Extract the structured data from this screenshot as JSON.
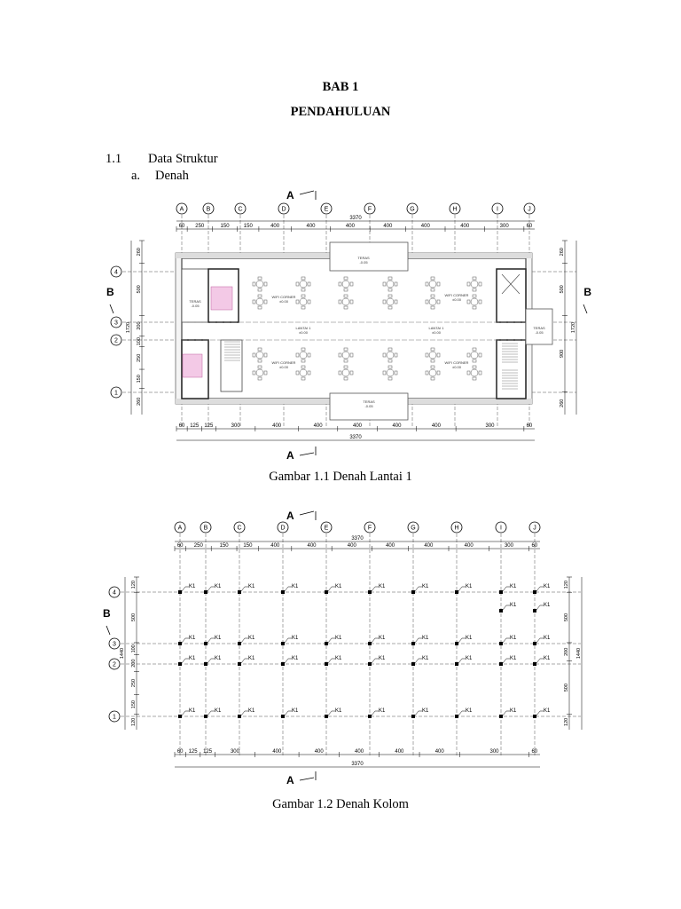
{
  "chapter": "BAB 1",
  "chapter_title": "PENDAHULUAN",
  "section": {
    "number": "1.1",
    "title": "Data Struktur"
  },
  "subsection": {
    "letter": "a.",
    "title": "Denah"
  },
  "plan_common": {
    "grid_cols": [
      "A",
      "B",
      "C",
      "D",
      "E",
      "F",
      "G",
      "H",
      "I",
      "J"
    ],
    "grid_rows": [
      "4",
      "3",
      "2",
      "1"
    ],
    "total_width": "3370",
    "top_dims": [
      "60",
      "250",
      "150",
      "150",
      "400",
      "400",
      "400",
      "400",
      "400",
      "400",
      "300",
      "60"
    ],
    "bottom_dims": [
      "60",
      "125",
      "125",
      "300",
      "400",
      "400",
      "400",
      "400",
      "400",
      "300",
      "60"
    ],
    "section_a": "A",
    "section_b": "B"
  },
  "figure1": {
    "caption": "Gambar 1.1 Denah Lantai 1",
    "left_dims": [
      "260",
      "500",
      "200",
      "100",
      "250",
      "150",
      "260"
    ],
    "left_total": "1720",
    "right_dims": [
      "260",
      "500",
      "900",
      "260"
    ],
    "right_total": "1720",
    "labels": {
      "teras_top": "TERAS",
      "teras_top_lvl": "-0.05",
      "teras_bottom": "TERAS",
      "teras_bottom_lvl": "-0.05",
      "teras_left": "TERAS",
      "teras_left_lvl": "-0.05",
      "teras_right": "TERAS",
      "teras_right_lvl": "-0.05",
      "lantai1": "LANTAI 1",
      "lantai1_lvl": "±0.00",
      "lantai1b": "LANTAI 1",
      "lantai1b_lvl": "±0.00",
      "wifi1": "WIFI CORNER",
      "wifi1_lvl": "±0.00",
      "wifi2": "WIFI CORNER",
      "wifi2_lvl": "±0.00",
      "wifi3": "WIFI CORNER",
      "wifi3_lvl": "±0.00",
      "wifi4": "WIFI CORNER",
      "wifi4_lvl": "±0.00"
    }
  },
  "figure2": {
    "caption": "Gambar 1.2 Denah Kolom",
    "column_label": "K1",
    "left_dims": [
      "120",
      "500",
      "100",
      "200",
      "250",
      "150",
      "120"
    ],
    "left_total": "1440",
    "right_dims": [
      "120",
      "500",
      "200",
      "500",
      "120"
    ],
    "right_total": "1440"
  }
}
